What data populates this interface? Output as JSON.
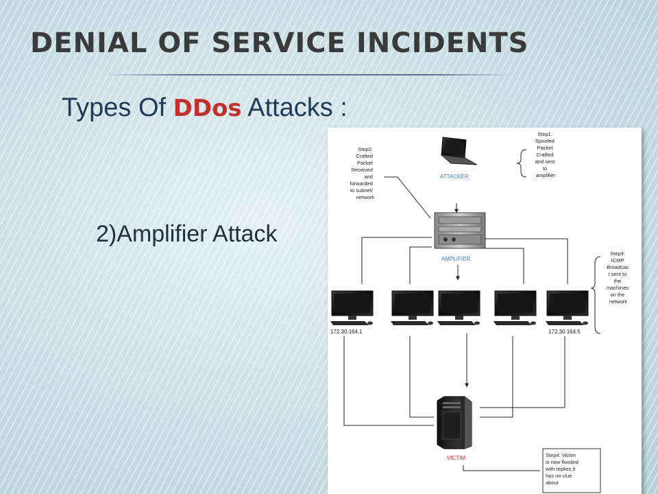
{
  "slide": {
    "title": "Denial of Service Incidents",
    "subtitle_prefix": "Types Of",
    "subtitle_emphasis": "DDos",
    "subtitle_suffix": "Attacks :",
    "bullet": "2)Amplifier Attack"
  },
  "diagram": {
    "attacker_label": "ATTACKER",
    "amplifier_label": "AMPLIFIER",
    "victim_label": "VICTIM",
    "machine_left_ip": "172.30.164.1",
    "machine_right_ip": "172.30.164.5",
    "step1": [
      "Step1.",
      "Spoofed",
      "Packet",
      "Crafted",
      "and sent",
      "to",
      "amplifier"
    ],
    "step2": [
      "Step2:",
      "Crafted",
      "Packet",
      "Received",
      "and",
      "forwarded",
      "to subnet/",
      "network"
    ],
    "step3": [
      "Step3:",
      "ICMP",
      "Broadcas",
      "t sent to",
      "the",
      "machines",
      "on the",
      "network"
    ],
    "step4": [
      "Step4: Victim",
      "is now flooded",
      "with replies it",
      "has no clue",
      "about"
    ]
  },
  "colors": {
    "title": "#3a3a3a",
    "subtitle": "#1f3a56",
    "emphasis": "#c0302c",
    "label_blue": "#3a7fc0",
    "label_red": "#e02020"
  }
}
